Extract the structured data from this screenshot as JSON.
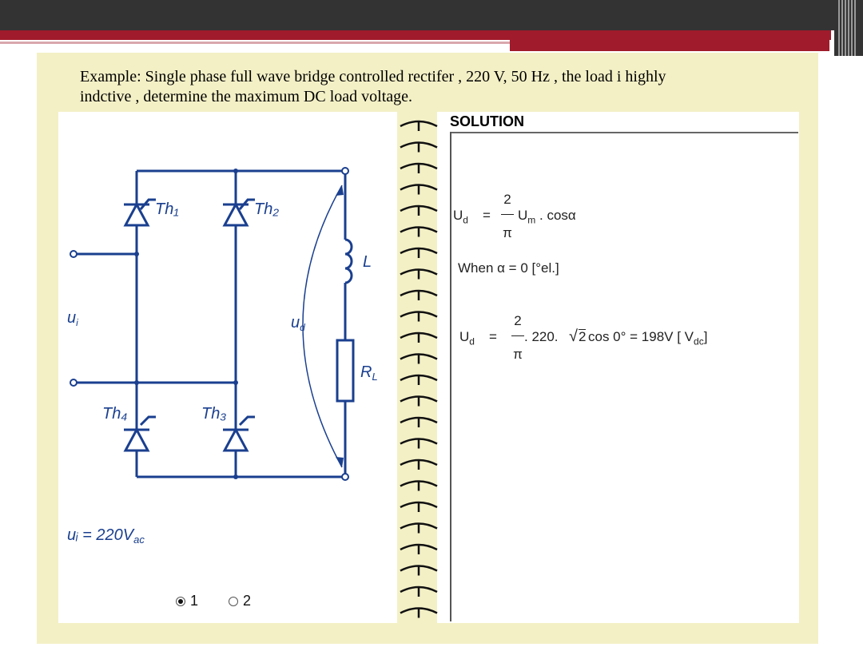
{
  "heading": {
    "line1": "Example: Single phase full wave bridge controlled rectifer , 220 V, 50 Hz , the load i highly",
    "line2": "indctive , determine the maximum DC load voltage."
  },
  "circuit": {
    "th1": "Th₁",
    "th2": "Th₂",
    "th3": "Th₃",
    "th4": "Th₄",
    "inductor": "L",
    "resistor": "R",
    "resistor_sub": "L",
    "input_voltage": "u",
    "input_voltage_sub": "i",
    "output_voltage": "u",
    "output_voltage_sub": "d",
    "supply_note": "uᵢ = 220V",
    "supply_note_sub": "ac"
  },
  "pages": {
    "options": [
      {
        "label": "1",
        "selected": true
      },
      {
        "label": "2",
        "selected": false
      }
    ]
  },
  "solution": {
    "title": "SOLUTION",
    "eq1": {
      "lhs": "U",
      "lhs_sub": "d",
      "eq": "=",
      "num": "2",
      "den": "π",
      "rest": "U",
      "rest_sub": "m",
      "tail": ". cosα"
    },
    "condition": "When α = 0 [°el.]",
    "eq2": {
      "lhs": "U",
      "lhs_sub": "d",
      "eq": "=",
      "num": "2",
      "den": "π",
      "rest": ". 220.",
      "sqrt": "2",
      "tail": "cos 0° = 198V [ V",
      "unit_sub": "dc",
      "close": "]"
    }
  },
  "colors": {
    "circuit": "#1a3f8f",
    "panel": "#f3f0c6",
    "accent_red": "#a01b2b",
    "top_bar": "#333333"
  }
}
